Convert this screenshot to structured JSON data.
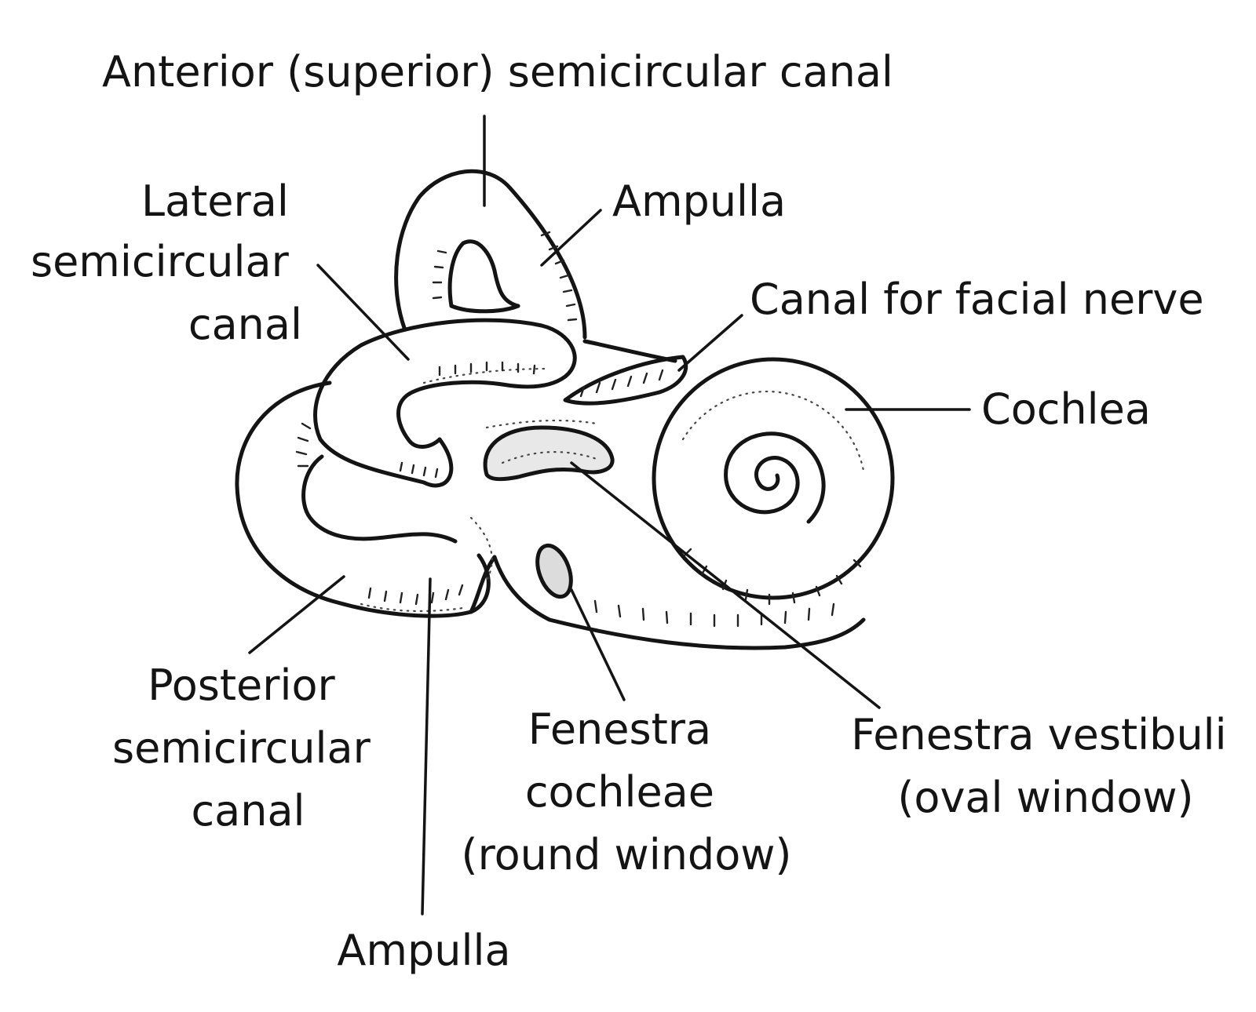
{
  "labels": {
    "anterior_canal": "Anterior (superior) semicircular canal",
    "lateral_canal": [
      "Lateral",
      "semicircular",
      "canal"
    ],
    "ampulla_top": "Ampulla",
    "facial_nerve_canal": "Canal for facial nerve",
    "cochlea": "Cochlea",
    "posterior_canal": [
      "Posterior",
      "semicircular",
      "canal"
    ],
    "fenestra_cochleae": [
      "Fenestra",
      "cochleae",
      "(round window)"
    ],
    "fenestra_vestibuli": [
      "Fenestra vestibuli",
      "(oval window)"
    ],
    "ampulla_bottom": "Ampulla"
  },
  "colors": {
    "ink": "#141414",
    "background": "#ffffff"
  }
}
